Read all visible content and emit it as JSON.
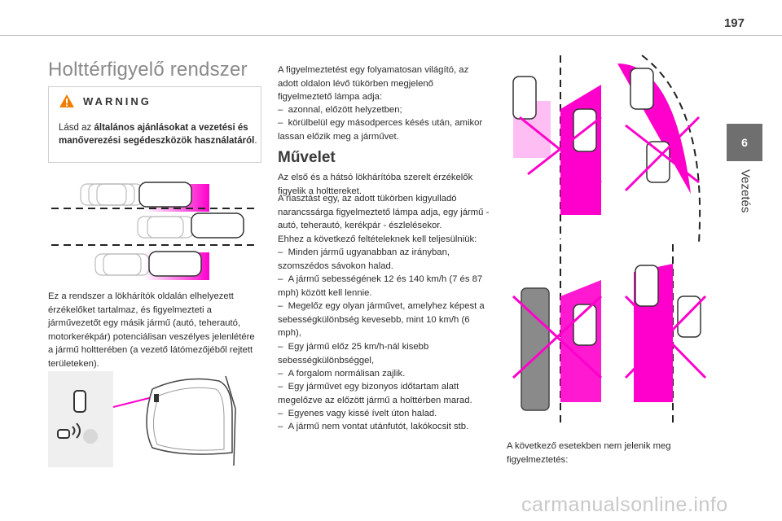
{
  "page_number": "197",
  "chapter": {
    "number": "6",
    "label": "Vezetés"
  },
  "title": "Holttérfigyelő rendszer",
  "warning": {
    "title": "WARNING",
    "text_pre": "Lásd az ",
    "text_bold": "általános ajánlásokat a vezetési és manőverezési segédeszközök használatáról",
    "text_post": "."
  },
  "left_paragraph": "Ez a rendszer a lökhárítók oldalán elhelyezett érzékelőket tartalmaz, és figyelmezteti a járművezetőt egy másik jármű (autó, teherautó, motorkerékpár) potenciálisan veszélyes jelenlétére a jármű holtterében (a vezető látómezőjéből rejtett területeken).",
  "middle_intro": {
    "text": "A figyelmeztetést egy folyamatosan világító, az adott oldalon lévő tükörben megjelenő figyelmeztető lámpa adja:",
    "items": [
      "azonnal, előzött helyzetben;",
      "körülbelül egy másodperces késés után, amikor lassan előzik meg a járművet."
    ]
  },
  "operation_heading": "Művelet",
  "operation": {
    "text1": "Az első és a hátsó lökhárítóba szerelt érzékelők figyelik a holttereket.",
    "text2": "A riasztást egy, az adott tükörben kigyulladó narancssárga figyelmeztető lámpa adja, egy jármű - autó, teherautó, kerékpár - észlelésekor.",
    "text3": "Ehhez a következő feltételeknek kell teljesülniük:",
    "items": [
      "Minden jármű ugyanabban az irányban, szomszédos sávokon halad.",
      "A jármű sebességének 12 és 140 km/h (7 és 87 mph) között kell lennie.",
      "Megelőz egy olyan járművet, amelyhez képest a sebességkülönbség kevesebb, mint 10 km/h (6 mph),",
      "Egy jármű előz 25 km/h-nál kisebb sebességkülönbséggel,",
      "A forgalom normálisan zajlik.",
      "Egy járművet egy bizonyos időtartam alatt megelőzve az előzött jármű a holttérben marad.",
      "Egyenes vagy kissé ívelt úton halad.",
      "A jármű nem vontat utánfutót, lakókocsit stb."
    ]
  },
  "right_text": "A következő esetekben nem jelenik meg figyelmeztetés:",
  "watermark": "carmanualsonline.info",
  "colors": {
    "accent": "#ff00cc",
    "sidebar": "#6f6f6f",
    "warning_triangle": "#f07e00"
  }
}
